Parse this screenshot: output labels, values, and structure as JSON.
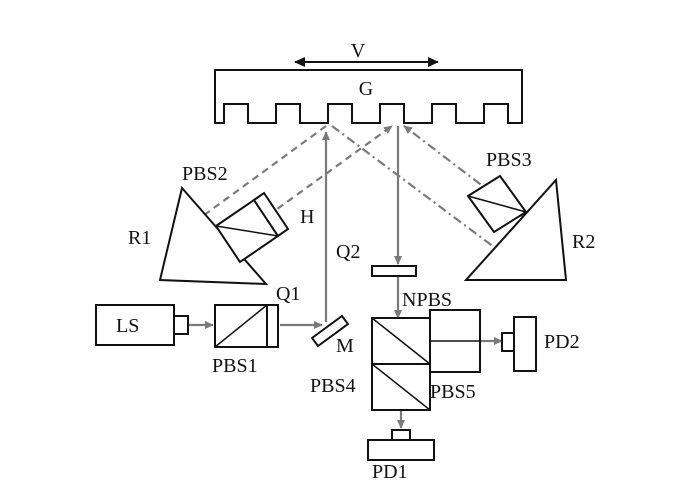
{
  "labels": {
    "velocity": "V",
    "grating": "G",
    "pbs2": "PBS2",
    "pbs3": "PBS3",
    "r1": "R1",
    "r2": "R2",
    "h": "H",
    "q1": "Q1",
    "q2": "Q2",
    "npbs": "NPBS",
    "ls": "LS",
    "pbs1": "PBS1",
    "m": "M",
    "pbs4": "PBS4",
    "pbs5": "PBS5",
    "pd1": "PD1",
    "pd2": "PD2"
  },
  "colors": {
    "outline": "#111111",
    "beam": "#7a7a7a",
    "background": "#ffffff"
  }
}
